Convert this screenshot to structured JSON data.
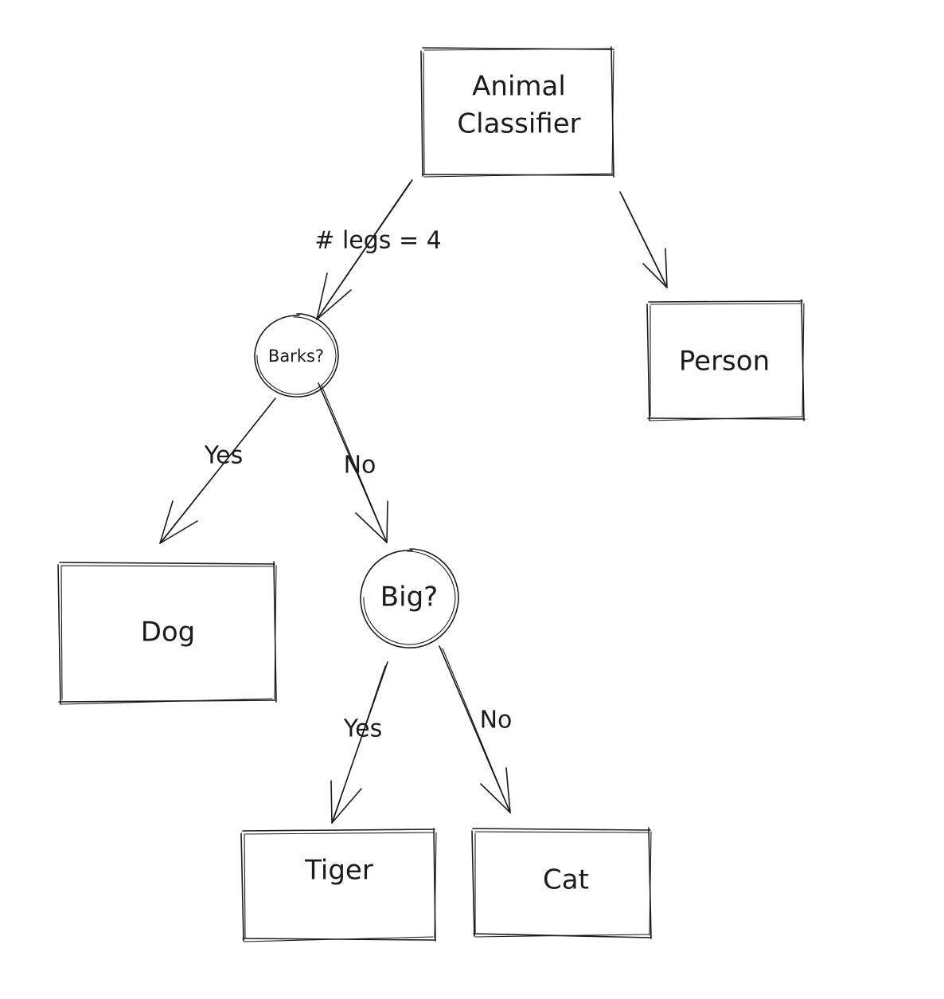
{
  "nodes": {
    "root": "Animal Classifier",
    "barks": "Barks?",
    "person": "Person",
    "dog": "Dog",
    "big": "Big?",
    "tiger": "Tiger",
    "cat": "Cat"
  },
  "root_lines": [
    "Animal",
    "Classifier"
  ],
  "edges": {
    "legs": "# legs = 4",
    "barks_yes": "Yes",
    "barks_no": "No",
    "big_yes": "Yes",
    "big_no": "No"
  }
}
